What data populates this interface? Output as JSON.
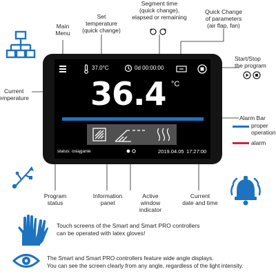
{
  "callouts": {
    "main_menu": [
      "Main",
      "Menu"
    ],
    "set_temperature": [
      "Set",
      "temperature",
      "(quick change)"
    ],
    "segment_time": [
      "Segment time",
      "(quick change),",
      "elapsed or remaining"
    ],
    "quick_change": [
      "Quick Change",
      "of parameters",
      "(air flap, fan)"
    ],
    "start_stop": [
      "Start/Stop",
      "the program"
    ],
    "current_temperature": [
      "Current",
      "temperature"
    ],
    "alarm_bar": "Alarm Bar",
    "program_status": [
      "Program",
      "status"
    ],
    "information_panel": [
      "Information",
      "panel"
    ],
    "active_window": [
      "Active",
      "window",
      "indicator"
    ],
    "current_datetime": [
      "Current",
      "date and time"
    ]
  },
  "legend": {
    "proper": [
      "proper",
      "operation"
    ],
    "alarm": "alarm",
    "colors": {
      "proper": "#1e73be",
      "alarm": "#c8234b"
    }
  },
  "screen": {
    "set_temp": "37.0°C",
    "segment_time": "0d 00:00:00",
    "current_temp": "36.4",
    "unit": "°C",
    "status": "status: osiąganie",
    "date": "2019.04.05",
    "time": "17:27:00"
  },
  "notes": {
    "gloves": [
      "Touch screens of the Smart and Smart PRO controllers",
      "can be operated with latex gloves!"
    ],
    "angle": [
      "The Smart  and Smart PRO controllers feature wide angle displays.",
      "You can see the screen clearly from any angle, regardless of the light intensity."
    ]
  },
  "icons": [
    "network-icon",
    "usb-icon",
    "alarm-bell-icon",
    "gloves-icon",
    "eye-icon",
    "menu-icon",
    "thermometer-icon",
    "clock-icon",
    "air-flap-icon",
    "stop-button-icon"
  ]
}
